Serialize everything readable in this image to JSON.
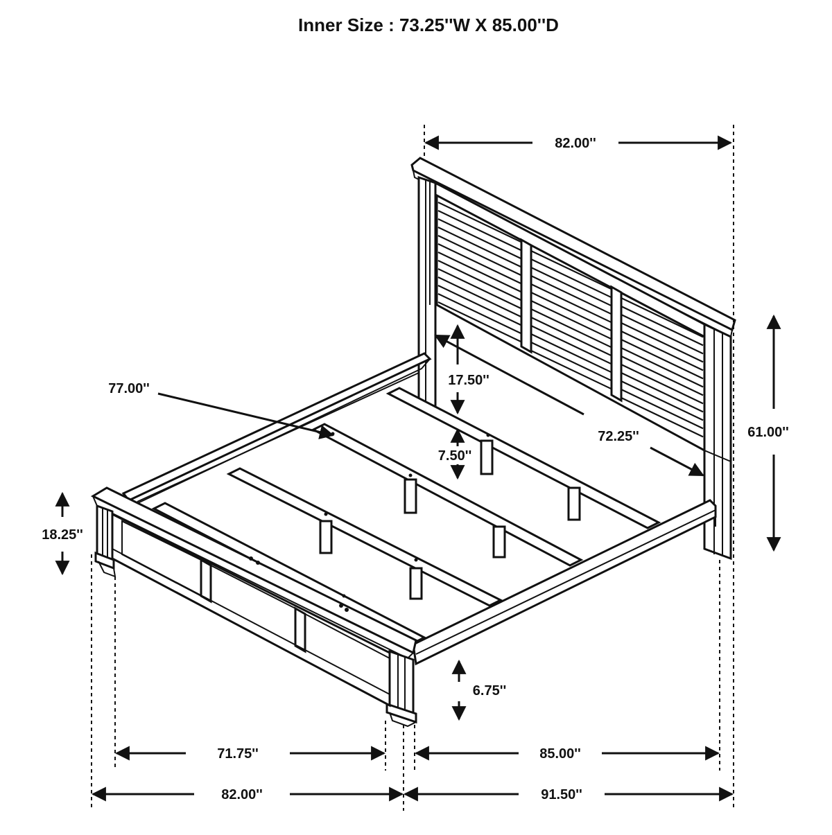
{
  "title": "Inner Size : 73.25''W X 85.00''D",
  "colors": {
    "line": "#111111",
    "background": "#ffffff"
  },
  "dimensions": {
    "headboard_width": "82.00''",
    "rail_length_diag": "77.00''",
    "headboard_panel_height": "17.50''",
    "inner_rail": "72.25''",
    "overall_height": "61.00''",
    "slat_gap": "7.50''",
    "footboard_height": "18.25''",
    "rail_clearance": "6.75''",
    "inner_width": "71.75''",
    "inner_depth": "85.00''",
    "overall_width": "82.00''",
    "overall_length": "91.50''"
  }
}
